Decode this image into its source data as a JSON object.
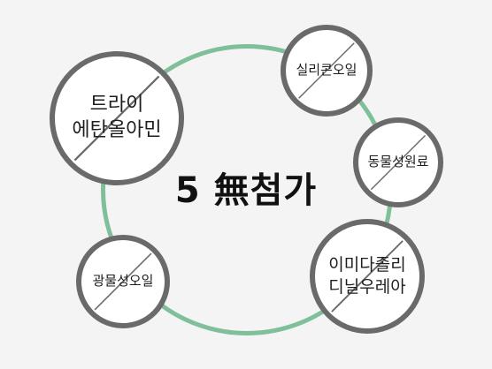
{
  "center_title": "5 無첨가",
  "items": [
    {
      "lines": [
        "트라이",
        "에탄올아민"
      ]
    },
    {
      "lines": [
        "실리콘오일"
      ]
    },
    {
      "lines": [
        "동물성원료"
      ]
    },
    {
      "lines": [
        "이미다졸리",
        "디닐우레아"
      ]
    },
    {
      "lines": [
        "광물성오일"
      ]
    }
  ],
  "colors": {
    "ring": "#7fbf9a",
    "badge_border": "#6a6a6a",
    "badge_fill": "#ffffff",
    "background": "#f4f4f4"
  },
  "icons": [
    "prohibition-slash-icon"
  ]
}
